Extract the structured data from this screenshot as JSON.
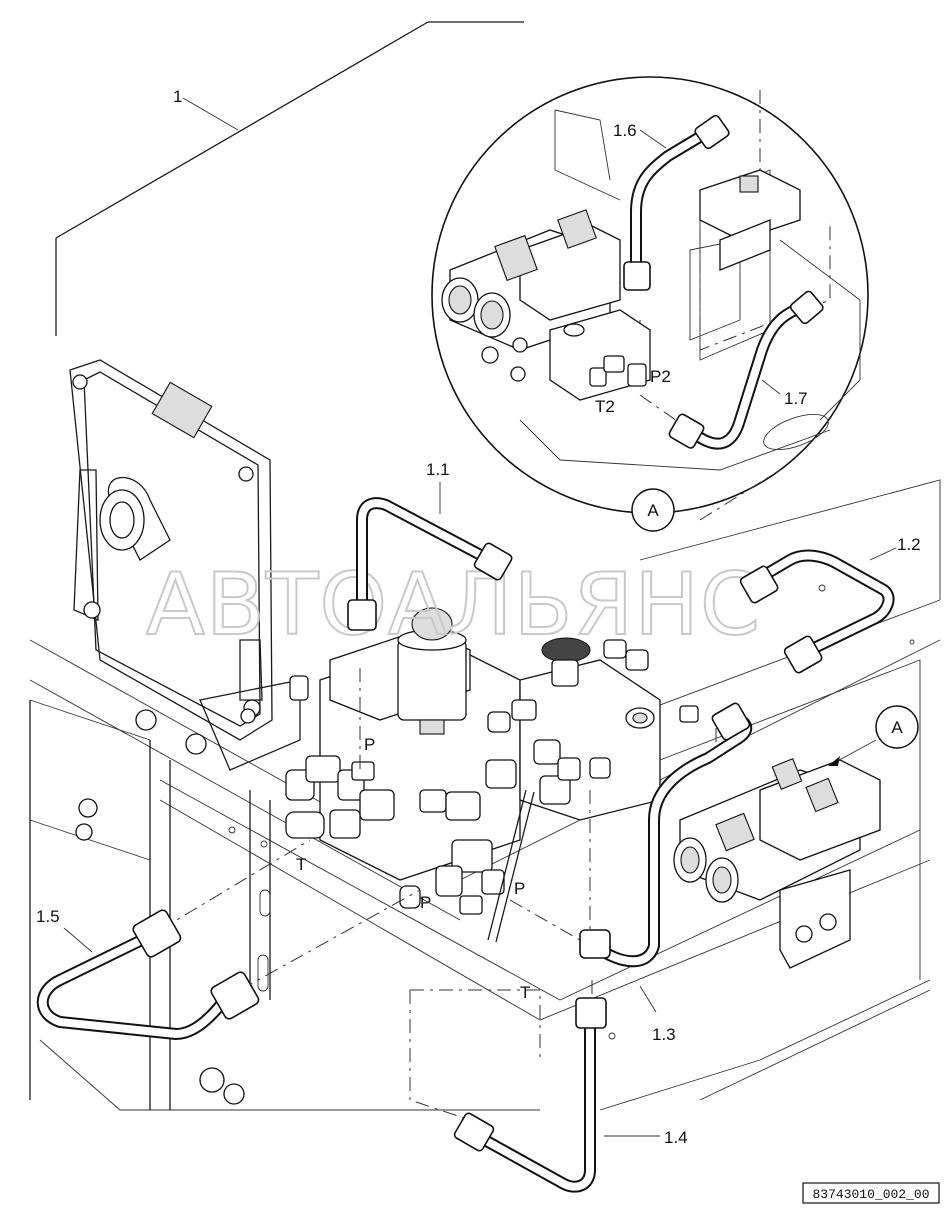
{
  "labels": {
    "l1": "1",
    "l1_1": "1.1",
    "l1_2": "1.2",
    "l1_3": "1.3",
    "l1_4": "1.4",
    "l1_5": "1.5",
    "l1_6": "1.6",
    "l1_7": "1.7",
    "p2": "P2",
    "t2": "T2",
    "p_a": "P",
    "p_b": "P",
    "p_c": "P",
    "t_a": "T",
    "t_b": "T",
    "detail_a_top": "A",
    "detail_a_right": "A"
  },
  "watermark": "АВТОАЛЬЯНС",
  "drawing_code": "83743010_002_00"
}
